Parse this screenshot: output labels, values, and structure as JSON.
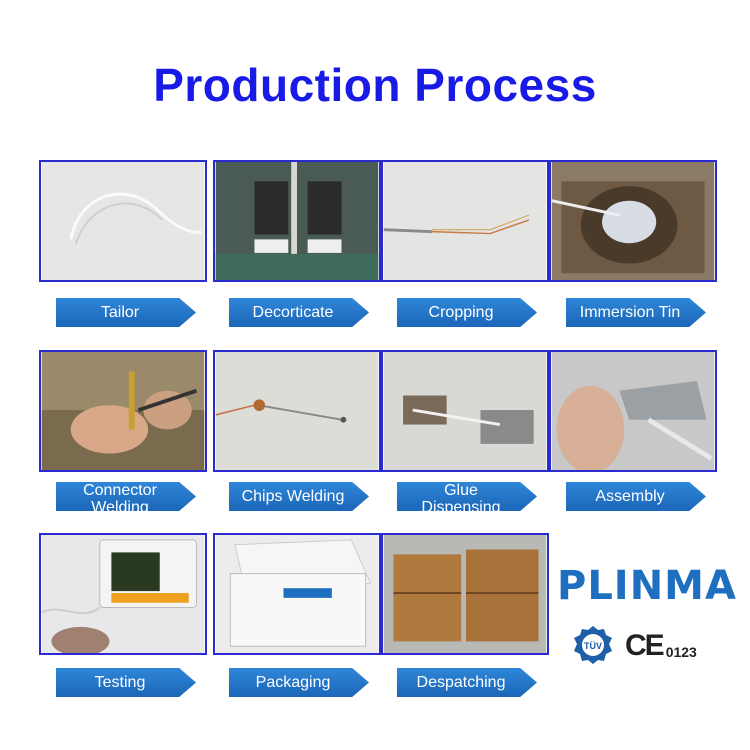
{
  "title": "Production Process",
  "steps": [
    {
      "label": "Tailor"
    },
    {
      "label": "Decorticate"
    },
    {
      "label": "Cropping"
    },
    {
      "label": "Immersion Tin"
    },
    {
      "label": "Connector\nWelding"
    },
    {
      "label": "Chips Welding"
    },
    {
      "label": "Glue\nDispensing"
    },
    {
      "label": "Assembly"
    },
    {
      "label": "Testing"
    },
    {
      "label": "Packaging"
    },
    {
      "label": "Despatching"
    }
  ],
  "brand": {
    "name": "PLINMA",
    "cert_mark": "CE",
    "cert_number": "0123",
    "tuv_text": "TÜV"
  },
  "colors": {
    "title": "#1a1ae6",
    "label_bg": "#1b6fc4",
    "tile_border": "#2a2ad0",
    "brand": "#1e6fc0"
  }
}
